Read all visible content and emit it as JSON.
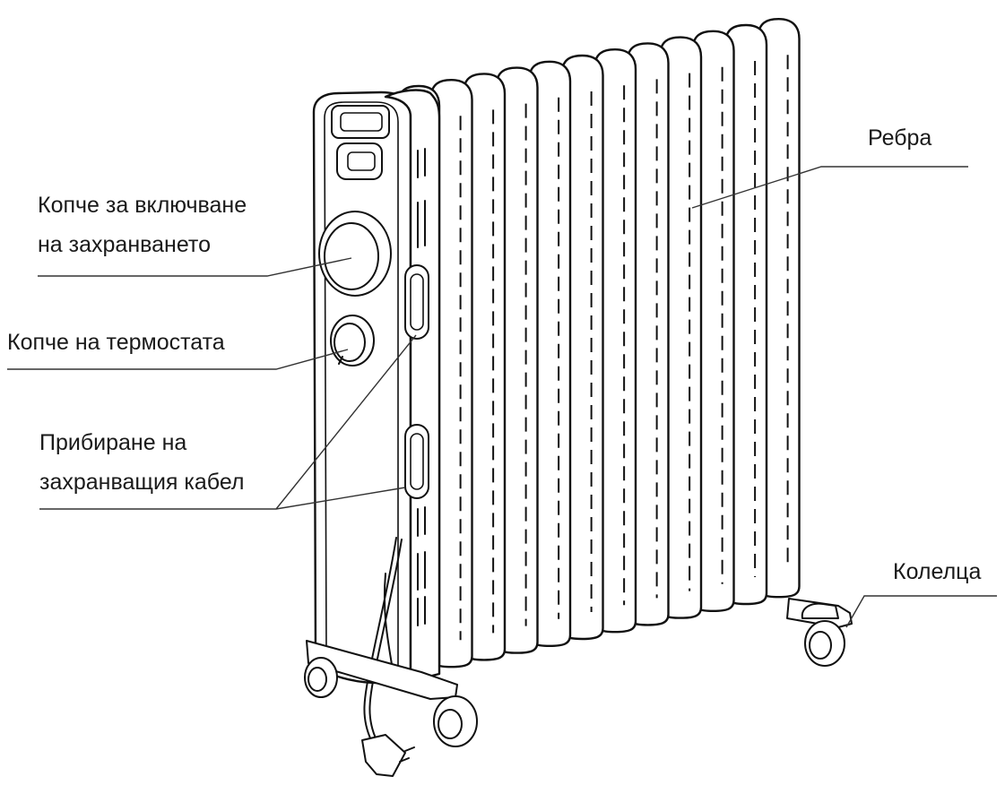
{
  "labels": {
    "power_knob": [
      "Копче за включване",
      "на захранването"
    ],
    "thermostat_knob": "Копче на термостата",
    "cord_storage": [
      "Прибиране на",
      "захранващия кабел"
    ],
    "fins": "Ребра",
    "wheels": "Колелца"
  }
}
